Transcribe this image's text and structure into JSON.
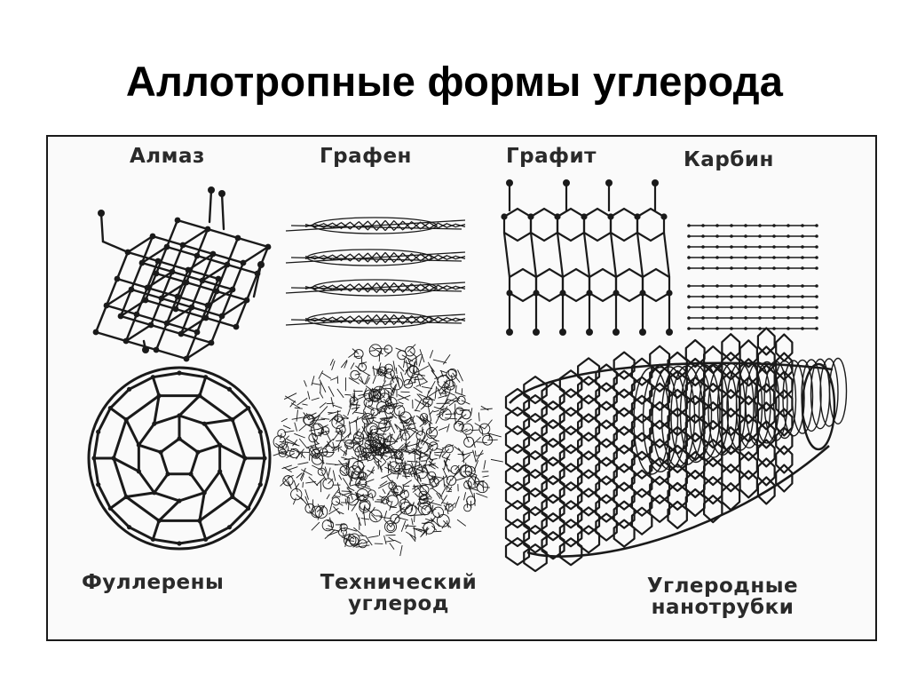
{
  "title": "Аллотропные формы углерода",
  "labels": {
    "diamond": "Алмаз",
    "graphene": "Графен",
    "graphite": "Графит",
    "carbyne": "Карбин",
    "fullerenes": "Фуллерены",
    "technical_carbon_line1": "Технический",
    "technical_carbon_line2": "углерод",
    "nanotubes_line1": "Углеродные",
    "nanotubes_line2": "нанотрубки"
  }
}
